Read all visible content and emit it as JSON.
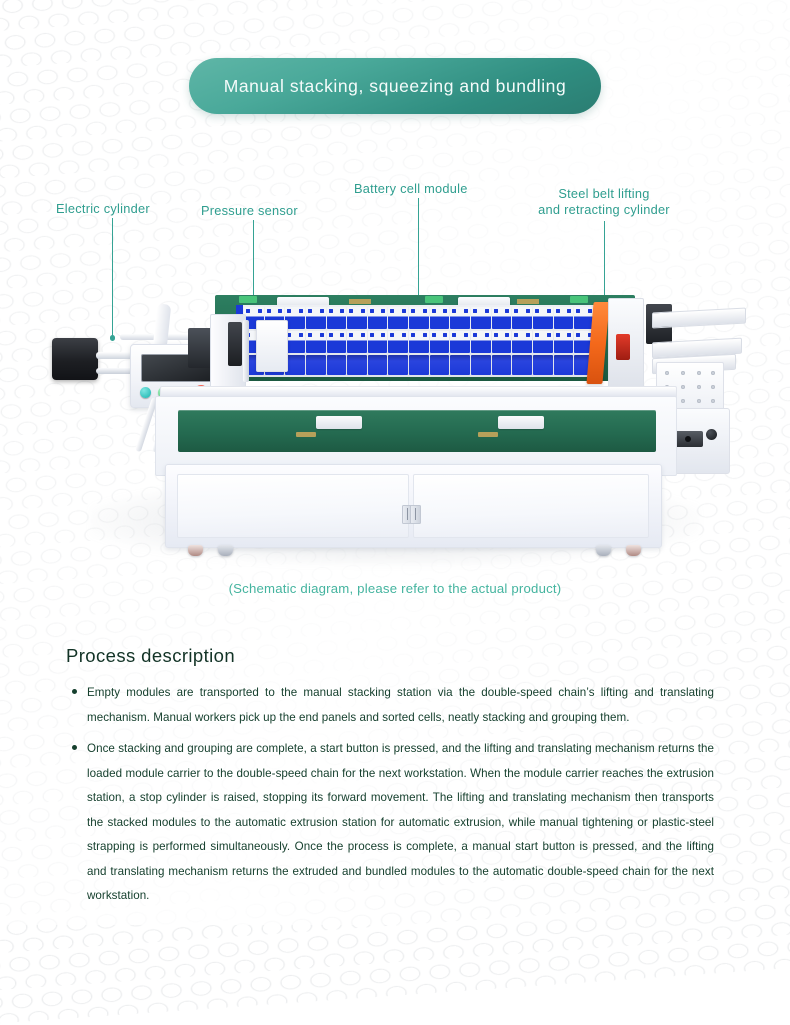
{
  "banner": {
    "title": "Manual stacking, squeezing and bundling",
    "gradient_from": "#5fb6a7",
    "gradient_to": "#2b7d72"
  },
  "callouts": [
    {
      "label": "Electric cylinder",
      "color": "#2f9e8f"
    },
    {
      "label": "Pressure sensor",
      "color": "#2f9e8f"
    },
    {
      "label": "Battery cell module",
      "color": "#2f9e8f"
    },
    {
      "label": "Steel belt lifting",
      "label2": "and retracting cylinder",
      "color": "#2f9e8f"
    }
  ],
  "diagram": {
    "caption": "(Schematic diagram, please refer to the actual product)",
    "caption_color": "#44b49f",
    "cell_count": 17,
    "accent_orange": "#f4691b",
    "cell_blue": "#1b39d8",
    "board_green": "#236d51",
    "hmi_buttons": [
      "cyan",
      "green",
      "orange",
      "red"
    ]
  },
  "process": {
    "title": "Process description",
    "title_color": "#123326",
    "items": [
      "Empty modules are transported to the manual stacking station via the double-speed chain’s lifting and translating mechanism. Manual workers pick up the end panels and sorted cells, neatly stacking and grouping them.",
      "Once stacking and grouping are complete, a start button is pressed, and the lifting and translating mechanism returns the loaded module carrier to the double-speed chain for the next workstation. When the module carrier reaches the extrusion station, a stop cylinder is raised, stopping its forward movement. The lifting and translating mechanism then transports the stacked modules to the automatic extrusion station for automatic extrusion, while manual tightening or plastic-steel strapping is performed simultaneously. Once the process is complete, a manual start button is pressed, and the lifting and translating mechanism returns the extruded and bundled modules to the automatic double-speed chain for the next workstation."
    ]
  }
}
